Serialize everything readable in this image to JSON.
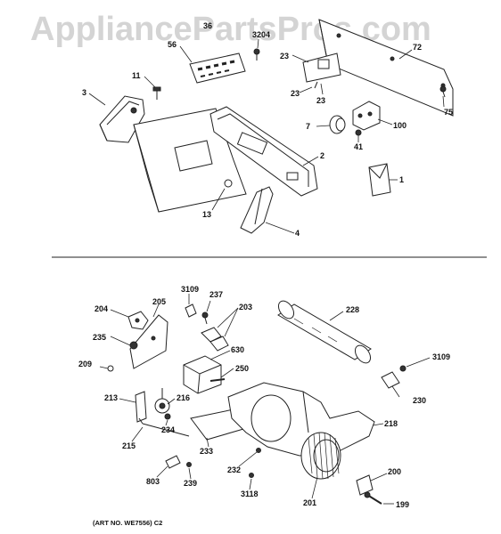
{
  "watermark": "AppliancePartsPros.com",
  "caption": "(ART NO. WE7556) C2",
  "callouts": [
    "36",
    "3204",
    "72",
    "56",
    "23",
    "11",
    "3",
    "23",
    "23",
    "75",
    "7",
    "100",
    "41",
    "2",
    "1",
    "13",
    "4",
    "204",
    "3109",
    "237",
    "205",
    "203",
    "228",
    "235",
    "630",
    "209",
    "250",
    "3109",
    "213",
    "216",
    "230",
    "234",
    "218",
    "215",
    "233",
    "232",
    "200",
    "803",
    "239",
    "3118",
    "201",
    "199"
  ]
}
